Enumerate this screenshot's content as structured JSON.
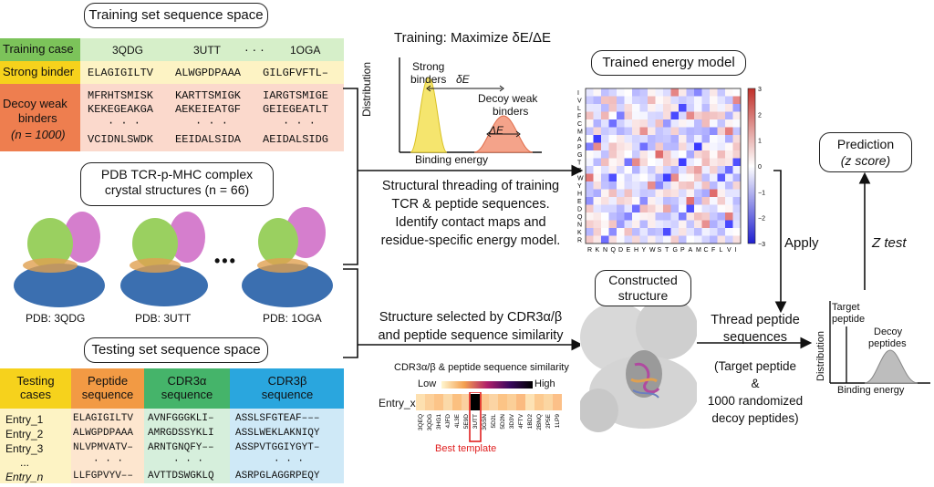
{
  "training_table": {
    "title": "Training set sequence space",
    "case_label": "Training case",
    "pdb_ids": [
      "3QDG",
      "3UTT",
      "1OGA"
    ],
    "ellipsis": "· · ·",
    "strong_label": "Strong binder",
    "strong_seqs": [
      "ELAGIGILTV",
      "ALWGPDPAAA",
      "GILGFVFTL–"
    ],
    "decoy_label_1": "Decoy weak",
    "decoy_label_2": "binders",
    "decoy_n": "(n = 1000)",
    "decoy_col1": [
      "MFRHTSMISK",
      "KEKEGEAKGA",
      "· · ·",
      "VCIDNLSWDK"
    ],
    "decoy_col2": [
      "KARTTSMIGK",
      "AEKEIEATGF",
      "· · ·",
      "EEIDALSIDA"
    ],
    "decoy_col3": [
      "IARGTSMIGE",
      "GEIEGEATLT",
      "· · ·",
      "AEIDALSIDG"
    ]
  },
  "pdb_block": {
    "title_1": "PDB TCR-p-MHC complex",
    "title_2": "crystal structures (n = 66)",
    "labels": [
      "PDB: 3QDG",
      "PDB: 3UTT",
      "PDB: 1OGA"
    ],
    "dots": "•••"
  },
  "testing_table": {
    "title": "Testing set sequence space",
    "headers": [
      "Testing cases",
      "Peptide sequence",
      "CDR3α sequence",
      "CDR3β sequence"
    ],
    "entries": [
      "Entry_1",
      "Entry_2",
      "Entry_3",
      "...",
      "Entry_n"
    ],
    "peptides": [
      "ELAGIGILTV",
      "ALWGPDPAAA",
      "NLVPMVATV–",
      "· · ·",
      "LLFGPVYV––"
    ],
    "cdr3a": [
      "AVNFGGGKLI–",
      "AMRGDSSYKLI",
      "ARNTGNQFY––",
      "· · ·",
      "AVTTDSWGKLQ"
    ],
    "cdr3b": [
      "ASSLSFGTEAF–––",
      "ASSLWEKLAKNIQY",
      "ASSPVTGGIYGYT–",
      "· · ·",
      "ASRPGLAGGRPEQY"
    ]
  },
  "training_box": {
    "title": "Training: Maximize δE/ΔE",
    "strong_1": "Strong",
    "strong_2": "binders",
    "delta_small": "δE",
    "decoy_1": "Decoy weak",
    "decoy_2": "binders",
    "delta_big": "ΔE",
    "ylabel": "Distribution",
    "xlabel": "Binding energy"
  },
  "middle_text": {
    "threading_lines": [
      "Structural threading of training",
      "TCR & peptide sequences.",
      "Identify contact maps and",
      "residue-specific energy model."
    ],
    "selection_lines": [
      "Structure selected by CDR3α/β",
      "and peptide sequence similarity"
    ]
  },
  "energy_model": {
    "title": "Trained energy model",
    "residues": [
      "R",
      "K",
      "N",
      "Q",
      "D",
      "E",
      "H",
      "Y",
      "W",
      "S",
      "T",
      "G",
      "P",
      "A",
      "M",
      "C",
      "F",
      "L",
      "V",
      "I"
    ],
    "colorbar_ticks": [
      "3",
      "2",
      "1",
      "0",
      "−1",
      "−2",
      "−3"
    ]
  },
  "similarity": {
    "title": "CDR3α/β & peptide sequence similarity",
    "low": "Low",
    "high": "High",
    "entry_label": "Entry_x",
    "templates": [
      "3QEQ",
      "3QDG",
      "3HG1",
      "4JFD",
      "4L3E",
      "5E9D",
      "3UTT",
      "3GSN",
      "5D2L",
      "5D2N",
      "3D3V",
      "4FTV",
      "1BD2",
      "2BNQ",
      "2P5E",
      "1LP9"
    ],
    "best_label": "Best template"
  },
  "constructed": {
    "title_1": "Constructed",
    "title_2": "structure"
  },
  "right_text": {
    "apply": "Apply",
    "thread_1": "Thread peptide",
    "thread_2": "sequences",
    "paren_1": "(Target peptide",
    "paren_2": "&",
    "paren_3": "1000 randomized",
    "paren_4": "decoy peptides)",
    "ztest": "Z test"
  },
  "prediction": {
    "title": "Prediction",
    "subtitle": "(z score)"
  },
  "final_plot": {
    "target_1": "Target",
    "target_2": "peptide",
    "decoy_1": "Decoy",
    "decoy_2": "peptides",
    "ylabel": "Distribution",
    "xlabel": "Binding energy"
  }
}
